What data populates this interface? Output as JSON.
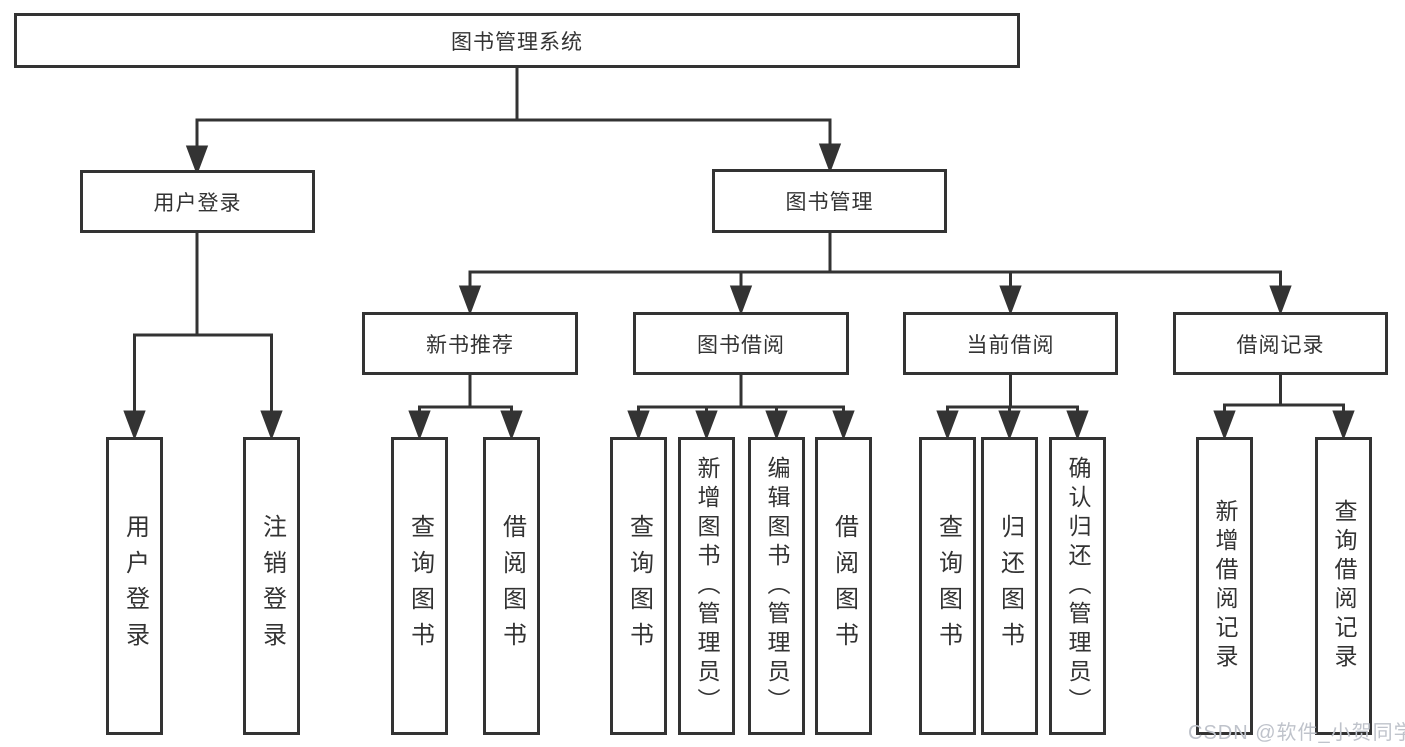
{
  "tree": {
    "root": {
      "label": "图书管理系统"
    },
    "branches": [
      {
        "label": "用户登录",
        "children": [
          {
            "label": "用户登录"
          },
          {
            "label": "注销登录"
          }
        ]
      },
      {
        "label": "图书管理",
        "children": [
          {
            "label": "新书推荐",
            "children": [
              {
                "label": "查询图书"
              },
              {
                "label": "借阅图书"
              }
            ]
          },
          {
            "label": "图书借阅",
            "children": [
              {
                "label": "查询图书"
              },
              {
                "label": "新增图书（管理员）"
              },
              {
                "label": "编辑图书（管理员）"
              },
              {
                "label": "借阅图书"
              }
            ]
          },
          {
            "label": "当前借阅",
            "children": [
              {
                "label": "查询图书"
              },
              {
                "label": "归还图书"
              },
              {
                "label": "确认归还（管理员）"
              }
            ]
          },
          {
            "label": "借阅记录",
            "children": [
              {
                "label": "新增借阅记录"
              },
              {
                "label": "查询借阅记录"
              }
            ]
          }
        ]
      }
    ]
  },
  "watermark": {
    "text": "CSDN @软件_小贺同学"
  },
  "colors": {
    "line": "#333333",
    "box_border": "#333333",
    "text": "#333333",
    "background": "#ffffff",
    "watermark": "#bfc3cb"
  }
}
